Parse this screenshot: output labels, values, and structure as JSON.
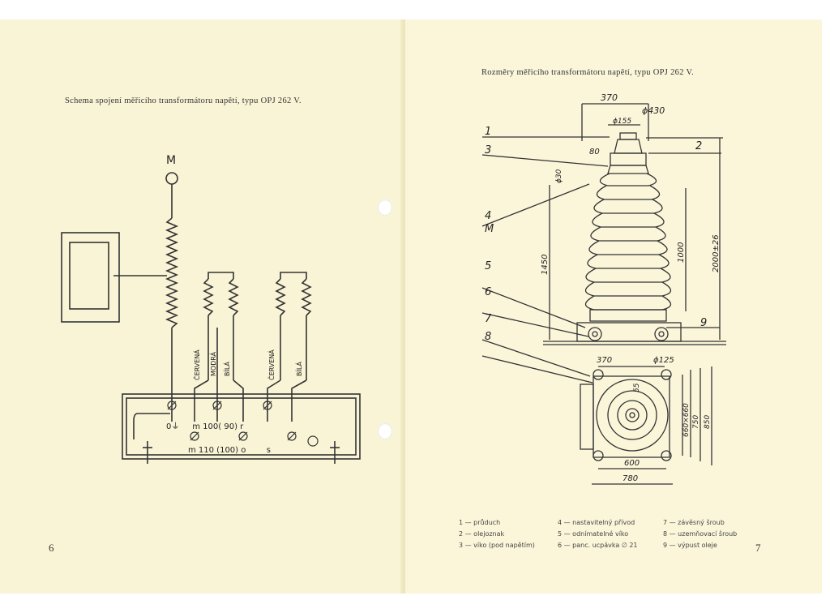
{
  "left_page": {
    "caption": "Schema spojení měřicího transformátoru napětí, typu OPJ 262 V.",
    "page_number": "6",
    "schematic": {
      "top_label": "M",
      "coil_labels": [
        "ČERVENÁ",
        "MODRÁ",
        "BÍLÁ",
        "ČERVENÁ",
        "BÍLÁ"
      ],
      "terminal_row1": "0⏚     m 100( 90) r",
      "terminal_row2": "m 110 (100) o        s"
    }
  },
  "right_page": {
    "caption": "Rozměry měřicího transformátoru napětí, typu OPJ 262 V.",
    "page_number": "7",
    "drawing": {
      "callouts": [
        "1",
        "2",
        "3",
        "4",
        "M",
        "5",
        "6",
        "7",
        "8",
        "9"
      ],
      "dimensions": [
        "370",
        "ϕ430",
        "ϕ155",
        "80",
        "ϕ30",
        "1450",
        "1000",
        "2000±26",
        "370",
        "ϕ125",
        "55",
        "660×660",
        "750",
        "850",
        "600",
        "780"
      ]
    },
    "legend": [
      [
        "1 — průduch",
        "4 — nastavitelný přívod",
        "7 — závěsný šroub"
      ],
      [
        "2 — olejoznak",
        "5 — odnímatelné víko",
        "8 — uzemňovací šroub"
      ],
      [
        "3 — víko (pod napětím)",
        "6 — panc. ucpávka ∅ 21",
        "9 — výpust oleje"
      ]
    ]
  }
}
